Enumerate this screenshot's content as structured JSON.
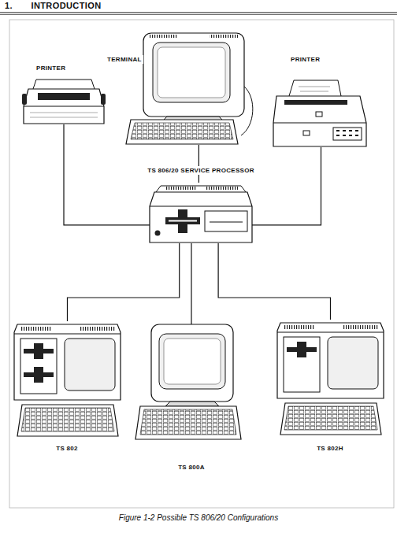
{
  "diagram": {
    "title": "1. INTRODUCTION",
    "caption": "Figure 1-2 Possible TS 806/20 Configurations",
    "nodes": [
      {
        "text": [
          "TERMINAL"
        ]
      },
      {
        "text": [
          "PRINTER"
        ]
      },
      {
        "text": [
          "PRINTER"
        ]
      },
      {
        "text": [
          "TS 806/20 SERVICE PROCESSOR"
        ]
      },
      {
        "text": [
          "TS 802"
        ]
      },
      {
        "text": [
          "TS 800A"
        ]
      },
      {
        "text": [
          "TS 802H"
        ]
      }
    ],
    "edges": [
      {
        "from": 1,
        "to": 3,
        "arrow": "none"
      },
      {
        "from": 0,
        "to": 3,
        "arrow": "none"
      },
      {
        "from": 2,
        "to": 3,
        "arrow": "none"
      },
      {
        "from": 3,
        "to": 4,
        "arrow": "none"
      },
      {
        "from": 3,
        "to": 5,
        "arrow": "none"
      },
      {
        "from": 3,
        "to": 6,
        "arrow": "none"
      }
    ]
  }
}
